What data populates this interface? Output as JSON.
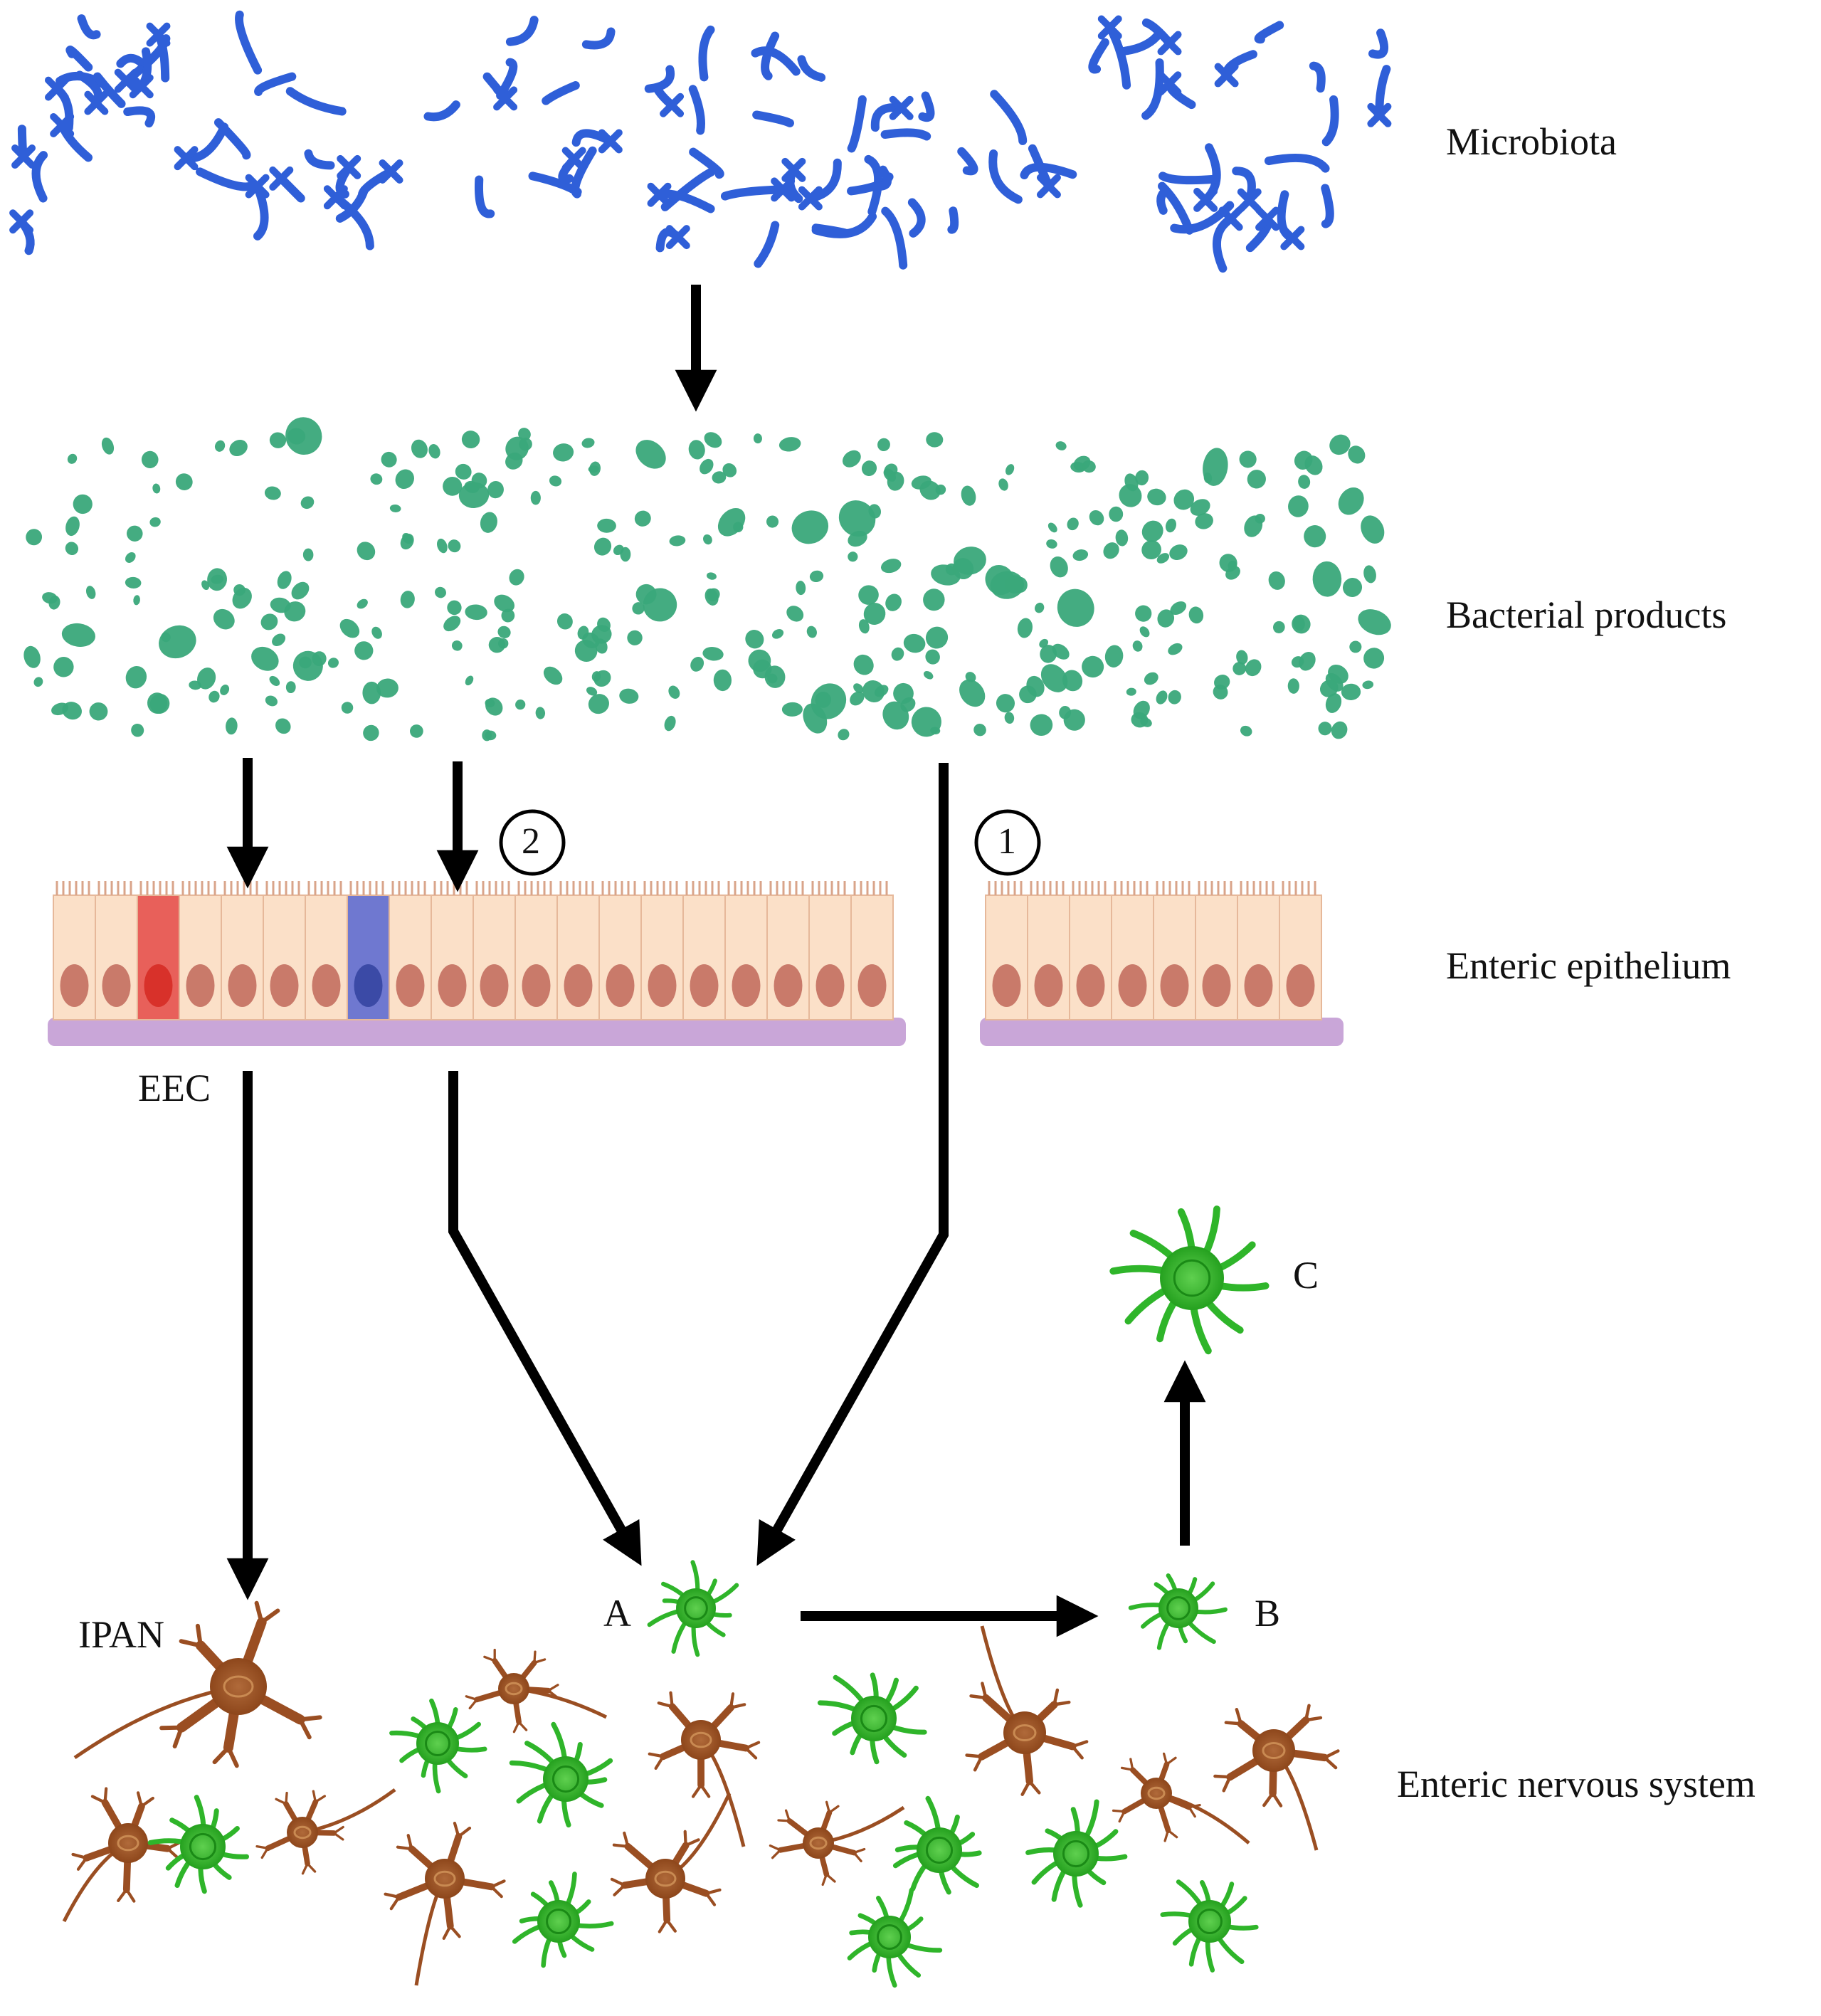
{
  "labels": {
    "microbiota": "Microbiota",
    "bacterial_products": "Bacterial products",
    "enteric_epithelium": "Enteric epithelium",
    "enteric_nervous_system": "Enteric nervous system",
    "eec": "EEC",
    "ipan": "IPAN",
    "node_a": "A",
    "node_b": "B",
    "node_c": "C",
    "pathway_1": "1",
    "pathway_2": "2"
  },
  "colors": {
    "microbiota": "#2f5fd8",
    "bacterial_products": "#3aa87a",
    "epithelial_cell": "#fbe0c8",
    "epithelial_nucleus": "#c97a6a",
    "eec_cell": "#e8605a",
    "blue_cell": "#6f78d0",
    "basement_membrane": "#c9a6d8",
    "glial_cell": "#2fb52a",
    "neuron": "#9a4e22",
    "arrow": "#000000"
  }
}
